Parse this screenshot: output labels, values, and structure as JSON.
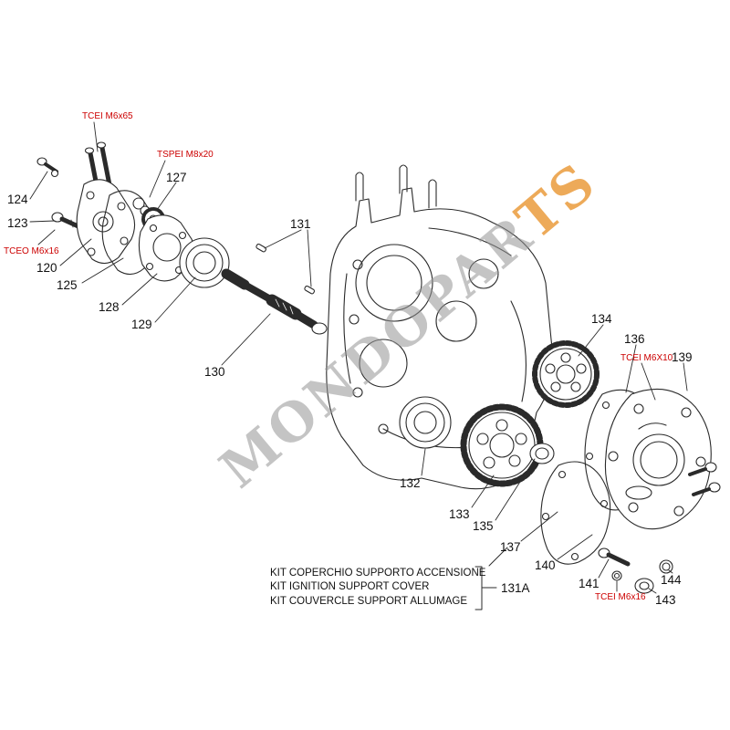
{
  "watermark": {
    "text_gray": "MONDOPAR",
    "text_orange": "TS",
    "color_gray": "#949494",
    "color_orange": "#e8952f"
  },
  "annotations": [
    {
      "id": "tcei-m6x65",
      "text": "TCEI M6x65"
    },
    {
      "id": "tspei-m8x20",
      "text": "TSPEI M8x20"
    },
    {
      "id": "tceo-m6x16",
      "text": "TCEO M6x16"
    },
    {
      "id": "tcei-m6x10",
      "text": "TCEI M6X10"
    },
    {
      "id": "tcei-m6x16",
      "text": "TCEI M6x16"
    }
  ],
  "parts": [
    {
      "number": "124"
    },
    {
      "number": "123"
    },
    {
      "number": "120"
    },
    {
      "number": "125"
    },
    {
      "number": "127"
    },
    {
      "number": "128"
    },
    {
      "number": "129"
    },
    {
      "number": "130"
    },
    {
      "number": "131"
    },
    {
      "number": "132"
    },
    {
      "number": "133"
    },
    {
      "number": "134"
    },
    {
      "number": "135"
    },
    {
      "number": "136"
    },
    {
      "number": "137"
    },
    {
      "number": "139"
    },
    {
      "number": "140"
    },
    {
      "number": "141"
    },
    {
      "number": "143"
    },
    {
      "number": "144"
    }
  ],
  "kit_note": {
    "line1": "KIT COPERCHIO SUPPORTO ACCENSIONE",
    "line2": "KIT IGNITION SUPPORT COVER",
    "line3": "KIT COUVERCLE SUPPORT ALLUMAGE",
    "ref": "131A"
  },
  "colors": {
    "annotation_red": "#cc0000",
    "line": "#2a2a2a",
    "background": "#ffffff"
  }
}
